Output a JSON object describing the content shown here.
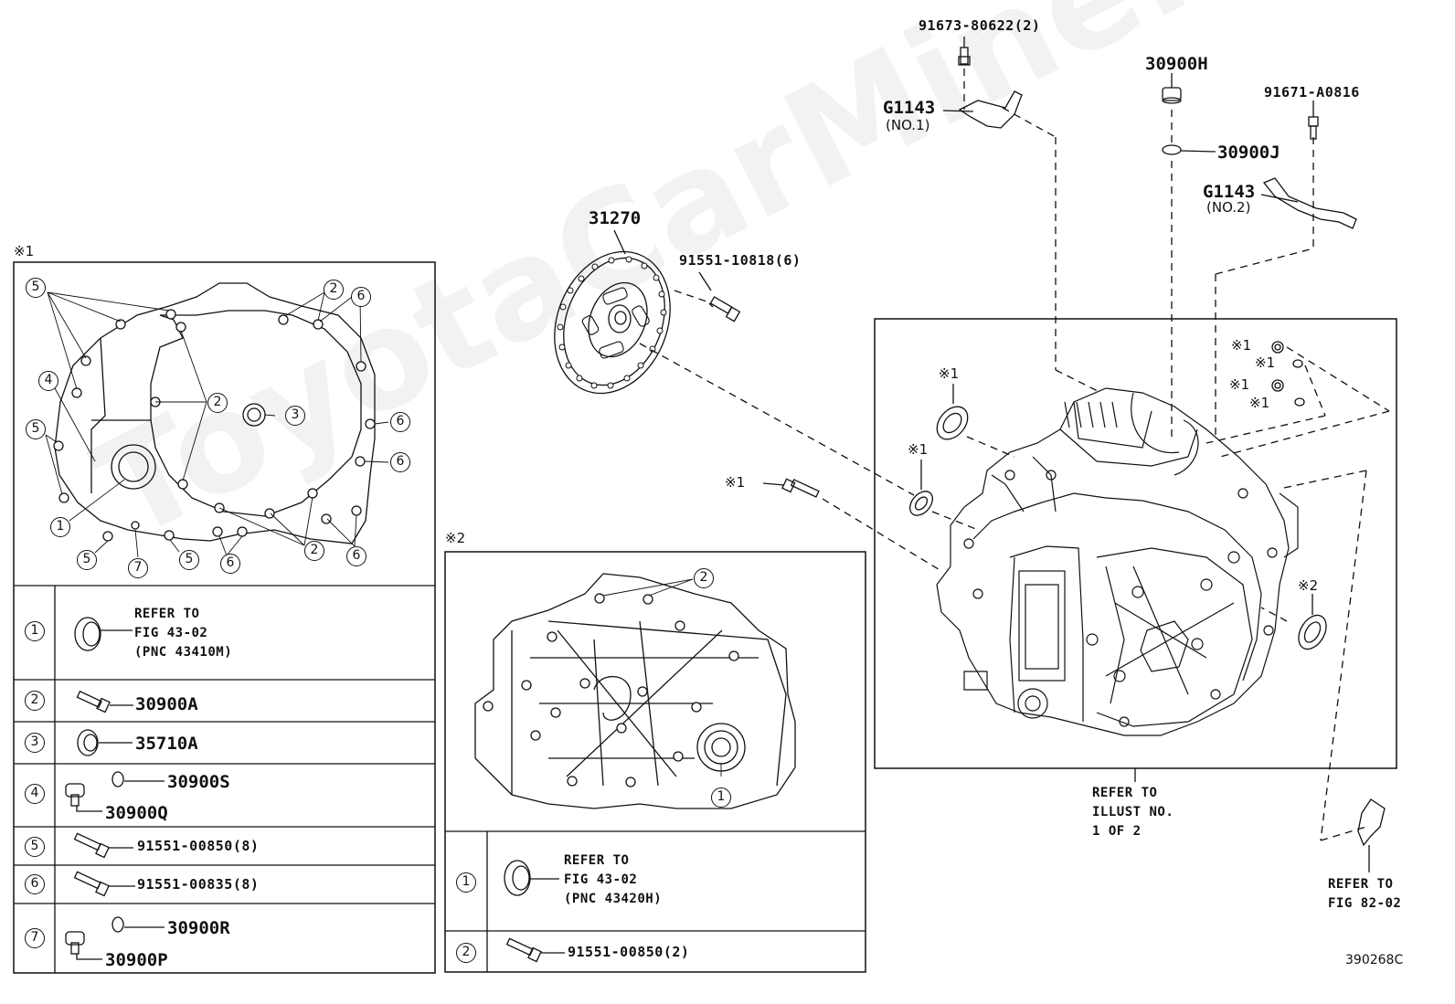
{
  "watermark": "ToyotaCarMine.ru",
  "figure_code": "390268C",
  "parts": {
    "disc": "31270",
    "disc_bolt": "91551-10818(6)",
    "top_bolt": "91673-80622(2)",
    "bracket1": "G1143",
    "bracket1_sub": "(NO.1)",
    "plug_top": "30900H",
    "gasket_top": "30900J",
    "right_bolt": "91671-A0816",
    "bracket2": "G1143",
    "bracket2_sub": "(NO.2)"
  },
  "marks": {
    "m1": "※1",
    "m2": "※2"
  },
  "notes": {
    "center": "REFER TO\nILLUST NO.\n1 OF 2",
    "right": "REFER TO\nFIG 82-02"
  },
  "panel1": {
    "title": "※1",
    "callouts": [
      "1",
      "2",
      "3",
      "4",
      "5",
      "6",
      "7"
    ],
    "rows": [
      {
        "num": "1",
        "note": "REFER TO\nFIG 43-02\n(PNC 43410M)"
      },
      {
        "num": "2",
        "part": "30900A"
      },
      {
        "num": "3",
        "part": "35710A"
      },
      {
        "num": "4",
        "part_a": "30900S",
        "part_b": "30900Q"
      },
      {
        "num": "5",
        "part": "91551-00850(8)"
      },
      {
        "num": "6",
        "part": "91551-00835(8)"
      },
      {
        "num": "7",
        "part_a": "30900R",
        "part_b": "30900P"
      }
    ]
  },
  "panel2": {
    "title": "※2",
    "callouts": [
      "1",
      "2"
    ],
    "rows": [
      {
        "num": "1",
        "note": "REFER TO\nFIG 43-02\n(PNC 43420H)"
      },
      {
        "num": "2",
        "part": "91551-00850(2)"
      }
    ]
  }
}
